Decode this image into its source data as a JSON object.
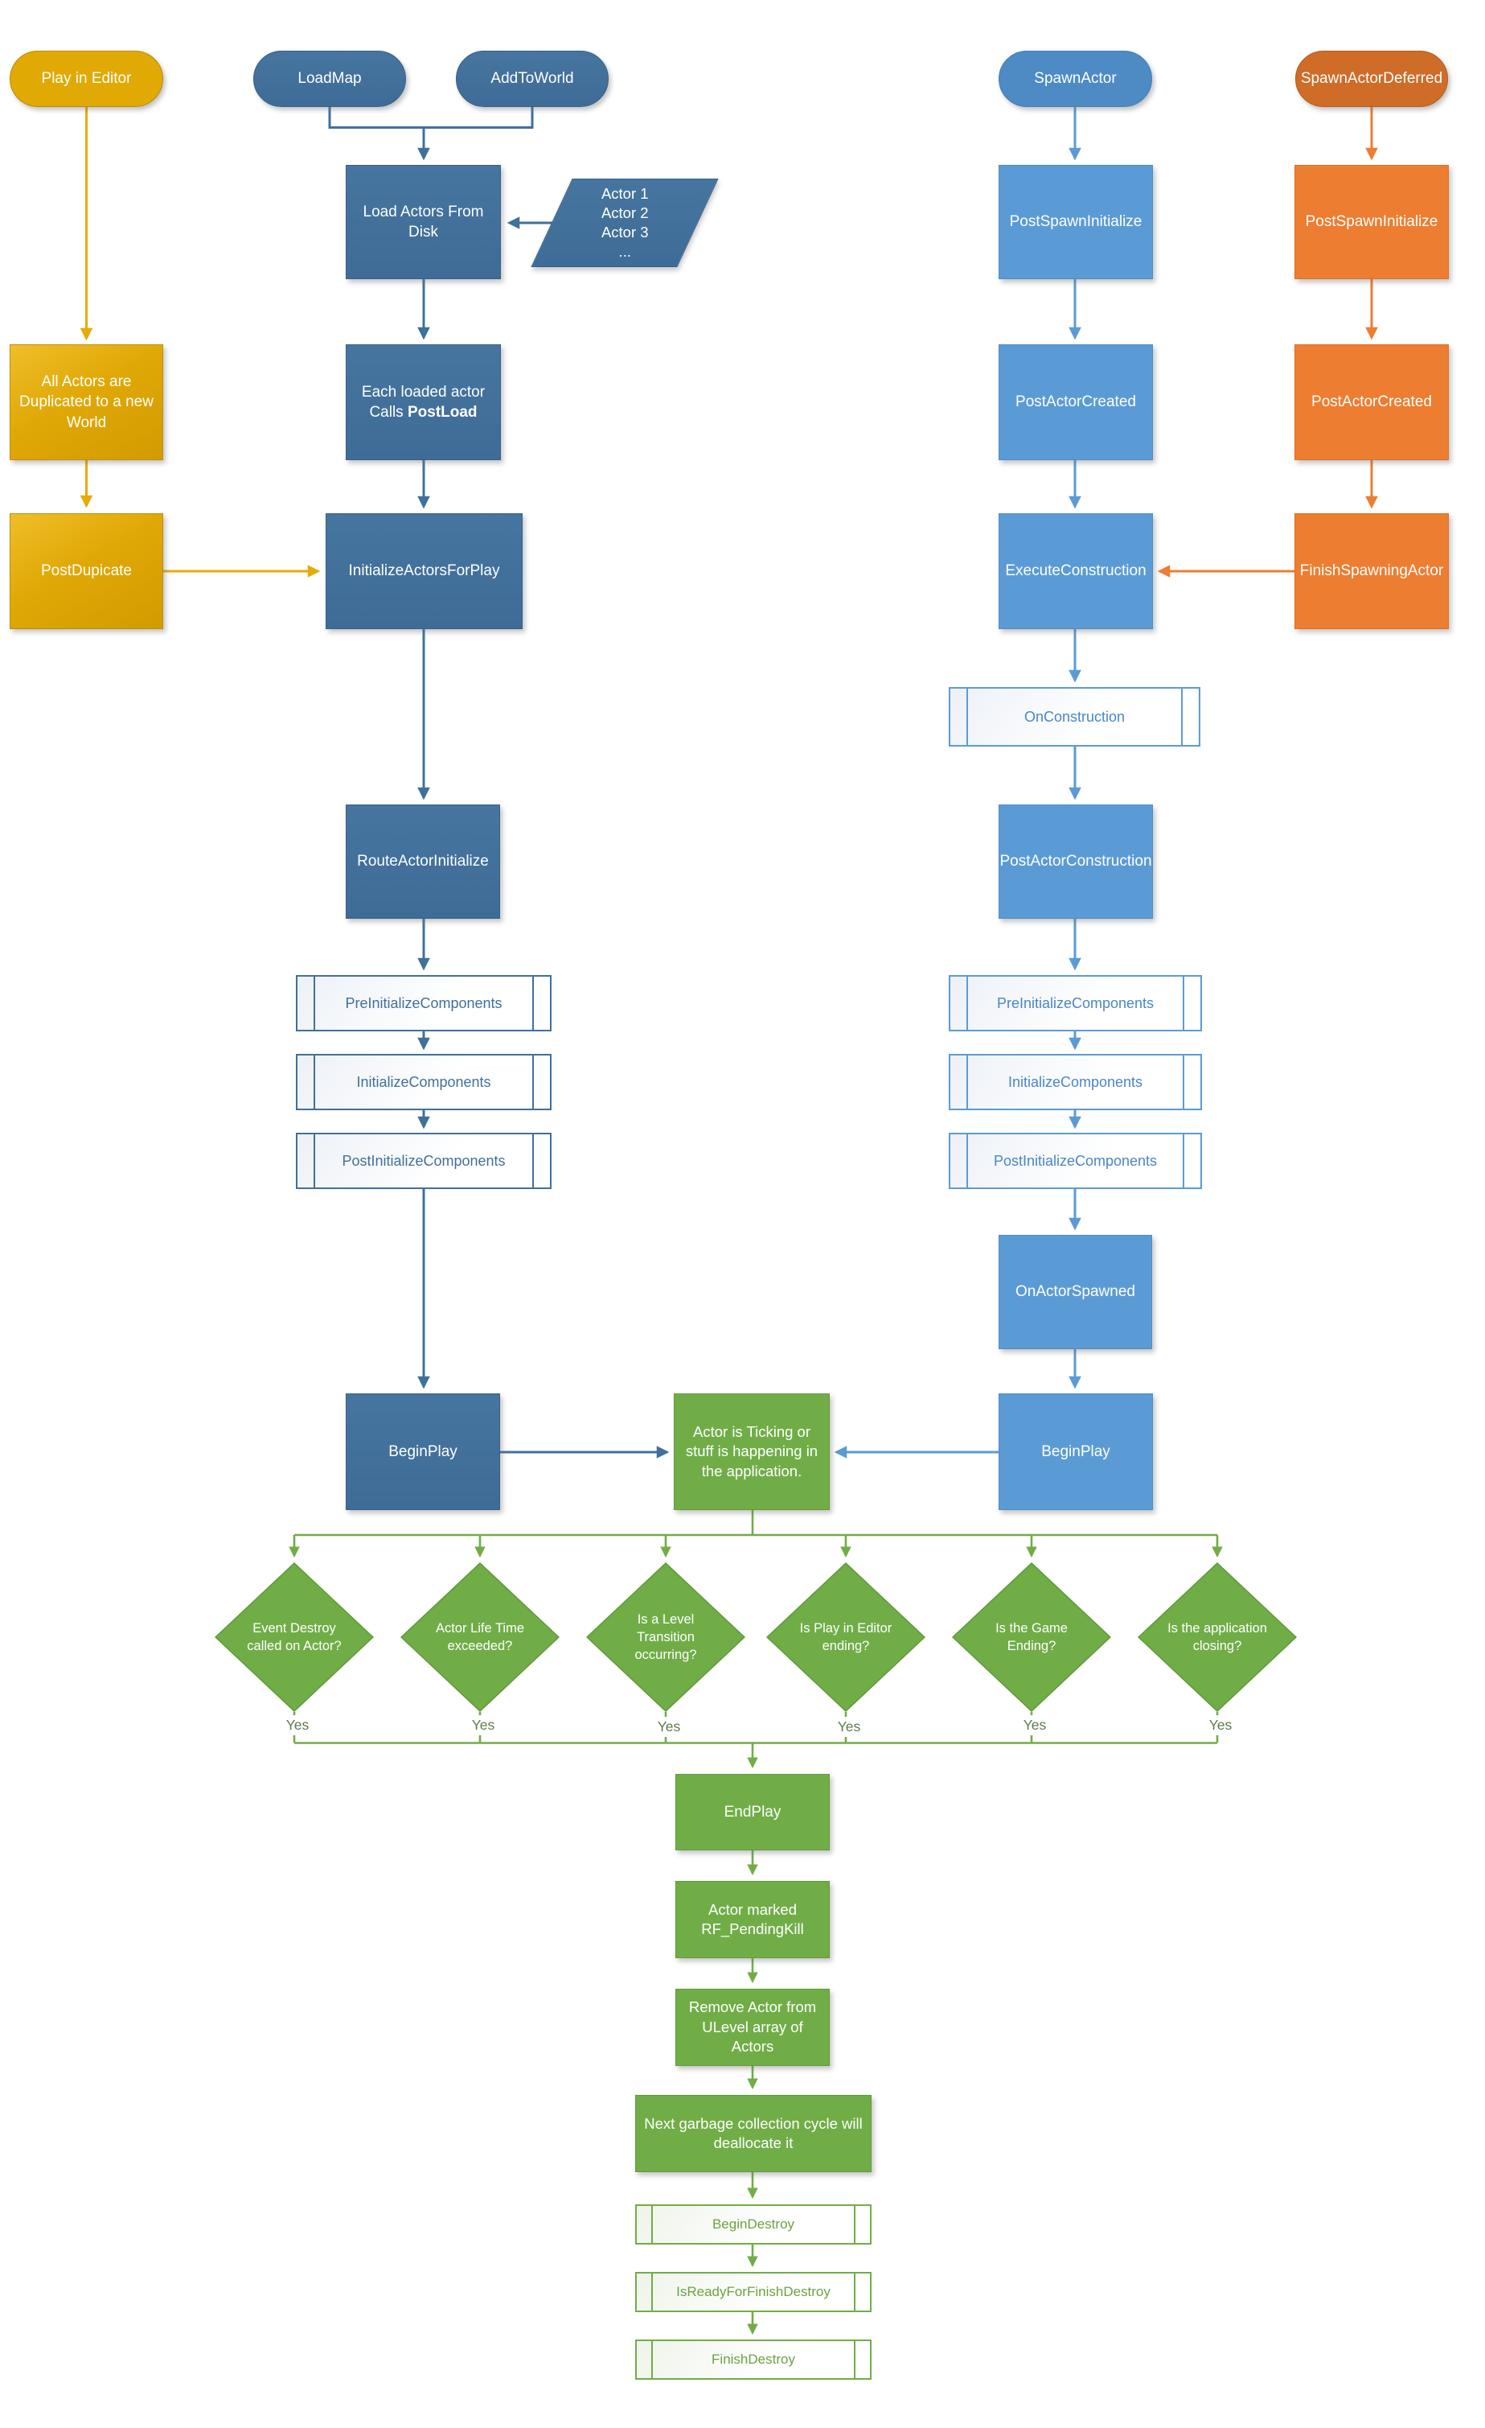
{
  "palette": {
    "gold": "#e1a904",
    "dblue": "#40709c",
    "lblue": "#5b9bd5",
    "orange": "#ed7d31",
    "green": "#70ad47"
  },
  "nodes": {
    "play_in_editor": {
      "label": "Play in Editor"
    },
    "load_map": {
      "label": "LoadMap"
    },
    "add_to_world": {
      "label": "AddToWorld"
    },
    "spawn_actor": {
      "label": "SpawnActor"
    },
    "spawn_actor_deferred": {
      "label": "SpawnActorDeferred"
    },
    "load_actors_from_disk": {
      "label": "Load Actors From Disk"
    },
    "actor_list": {
      "lines": [
        "Actor 1",
        "Actor 2",
        "Actor 3",
        "..."
      ]
    },
    "all_actors_duplicated": {
      "label": "All Actors are Duplicated to a new World"
    },
    "each_loaded_actor": {
      "line1": "Each loaded actor",
      "line2_prefix": "Calls ",
      "line2_bold": "PostLoad"
    },
    "post_dupicate": {
      "label": "PostDupicate"
    },
    "initialize_actors_for_play": {
      "label": "InitializeActorsForPlay"
    },
    "route_actor_initialize": {
      "label": "RouteActorInitialize"
    },
    "post_spawn_initialize_spawn": {
      "label": "PostSpawnInitialize"
    },
    "post_actor_created_spawn": {
      "label": "PostActorCreated"
    },
    "execute_construction": {
      "label": "ExecuteConstruction"
    },
    "post_spawn_initialize_deferred": {
      "label": "PostSpawnInitialize"
    },
    "post_actor_created_deferred": {
      "label": "PostActorCreated"
    },
    "finish_spawning_actor": {
      "label": "FinishSpawningActor"
    },
    "on_construction": {
      "label": "OnConstruction"
    },
    "post_actor_construction": {
      "label": "PostActorConstruction"
    },
    "pre_initialize_components_left": {
      "label": "PreInitializeComponents"
    },
    "initialize_components_left": {
      "label": "InitializeComponents"
    },
    "post_initialize_components_left": {
      "label": "PostInitializeComponents"
    },
    "pre_initialize_components_right": {
      "label": "PreInitializeComponents"
    },
    "initialize_components_right": {
      "label": "InitializeComponents"
    },
    "post_initialize_components_right": {
      "label": "PostInitializeComponents"
    },
    "on_actor_spawned": {
      "label": "OnActorSpawned"
    },
    "begin_play_left": {
      "label": "BeginPlay"
    },
    "begin_play_right": {
      "label": "BeginPlay"
    },
    "actor_ticking": {
      "label": "Actor is Ticking or stuff is happening in the application."
    },
    "end_play": {
      "label": "EndPlay"
    },
    "actor_marked_pending_kill": {
      "label": "Actor marked RF_PendingKill"
    },
    "remove_actor_from_ulevel": {
      "label": "Remove Actor from ULevel array of Actors"
    },
    "garbage_collection": {
      "label": "Next garbage collection cycle will deallocate it"
    },
    "begin_destroy": {
      "label": "BeginDestroy"
    },
    "is_ready_for_finish_destroy": {
      "label": "IsReadyForFinishDestroy"
    },
    "finish_destroy": {
      "label": "FinishDestroy"
    }
  },
  "decisions": [
    {
      "label": "Event Destroy called on Actor?",
      "yes": "Yes"
    },
    {
      "label": "Actor Life Time exceeded?",
      "yes": "Yes"
    },
    {
      "label": "Is a Level Transition occurring?",
      "yes": "Yes"
    },
    {
      "label": "Is Play in Editor ending?",
      "yes": "Yes"
    },
    {
      "label": "Is the Game Ending?",
      "yes": "Yes"
    },
    {
      "label": "Is the application closing?",
      "yes": "Yes"
    }
  ]
}
